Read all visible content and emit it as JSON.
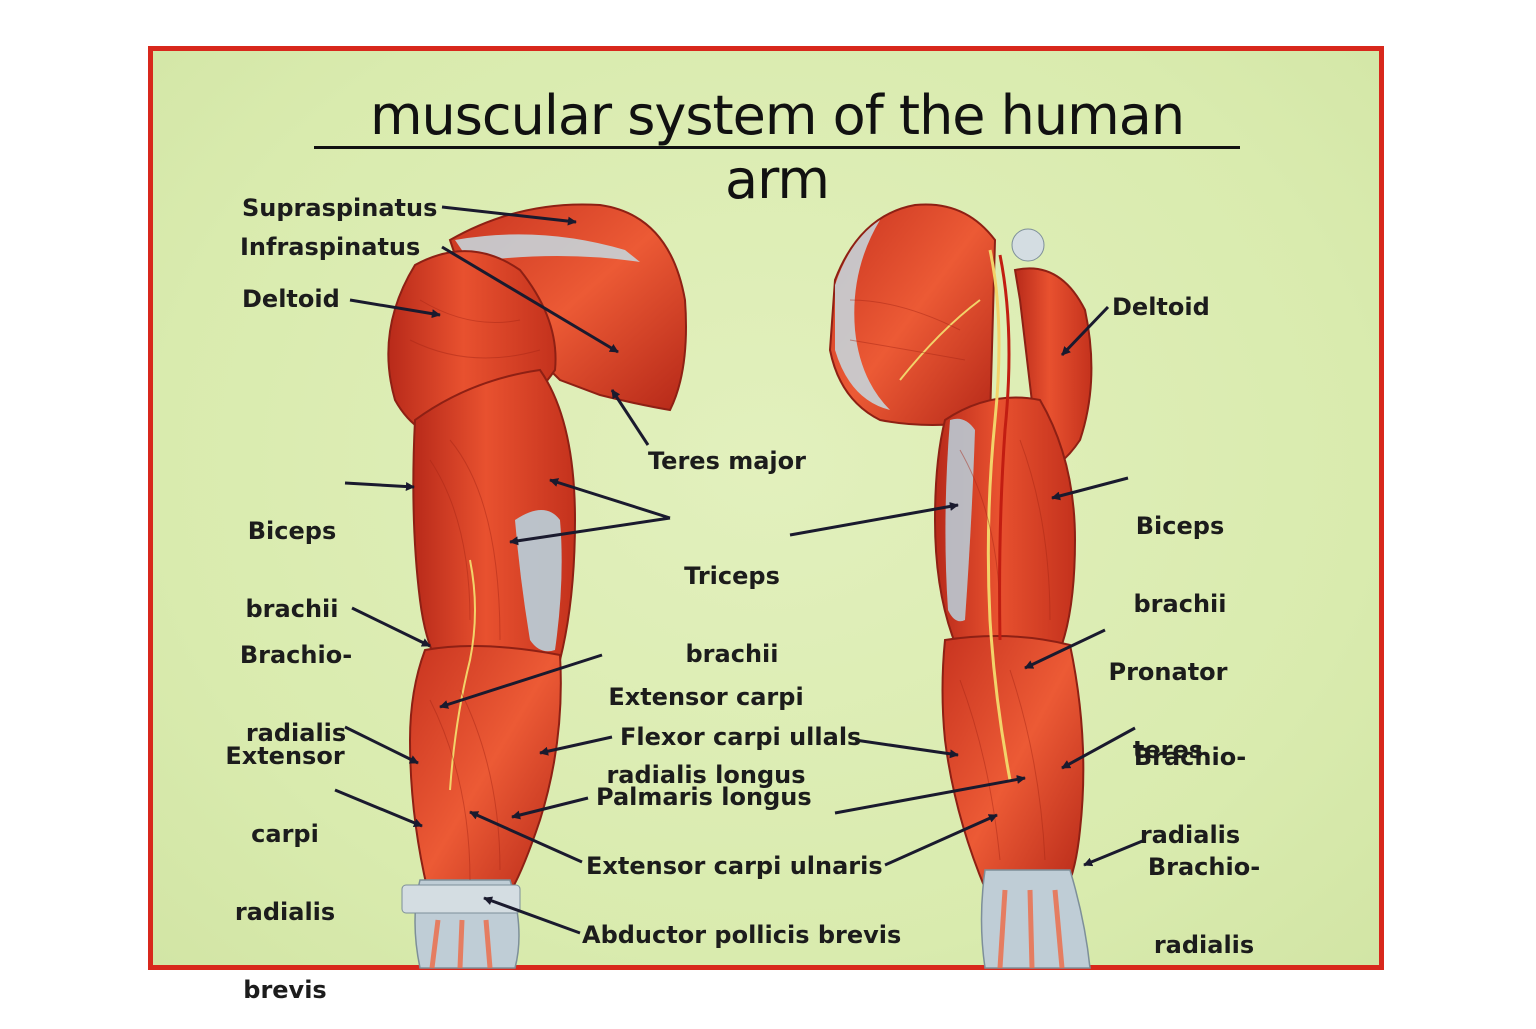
{
  "title": "muscular system of the human arm",
  "colors": {
    "frame": "#d8281c",
    "background": "#dcedb4",
    "muscle": "#e0452b",
    "tendon": "#b9c9d3",
    "nerve": "#f2d36a",
    "arrow": "#1a1a2e"
  },
  "labels": {
    "supraspinatus": "Supraspinatus",
    "infraspinatus": "Infraspinatus",
    "deltoid_left": "Deltoid",
    "teres_major": "Teres major",
    "biceps_left_1": "Biceps",
    "biceps_left_2": "brachii",
    "triceps_1": "Triceps",
    "triceps_2": "brachii",
    "brachioradialis_left_1": "Brachio-",
    "brachioradialis_left_2": "radialis",
    "ecrl_1": "Extensor carpi",
    "ecrl_2": "radialis longus",
    "ecrb_1": "Extensor",
    "ecrb_2": "carpi",
    "ecrb_3": "radialis",
    "ecrb_4": "brevis",
    "flexor_carpi": "Flexor carpi ullals",
    "palmaris_longus": "Palmaris longus",
    "extensor_carpi_ulnaris": "Extensor carpi ulnaris",
    "abductor_pollicis_brevis": "Abductor pollicis brevis",
    "deltoid_right": "Deltoid",
    "biceps_right_1": "Biceps",
    "biceps_right_2": "brachii",
    "pronator_1": "Pronator",
    "pronator_2": "teres",
    "brachioradialis_right_a_1": "Brachio-",
    "brachioradialis_right_a_2": "radialis",
    "brachioradialis_right_b_1": "Brachio-",
    "brachioradialis_right_b_2": "radialis"
  }
}
